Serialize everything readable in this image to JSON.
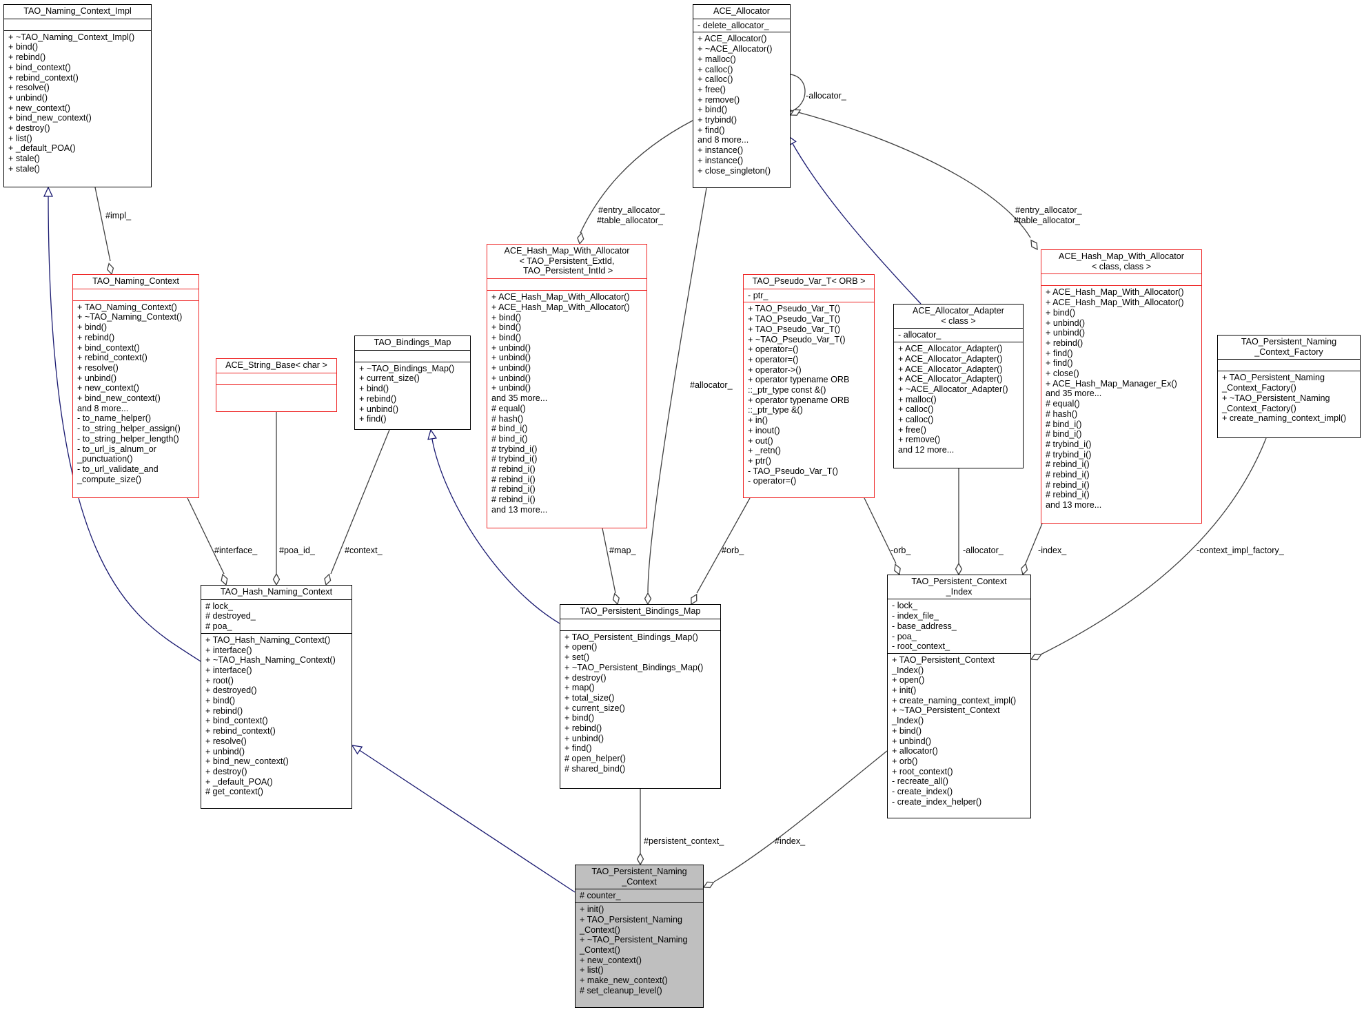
{
  "classes": {
    "naming_context_impl": {
      "title": [
        "TAO_Naming_Context_Impl"
      ],
      "attributes": [],
      "operations": [
        "+ ~TAO_Naming_Context_Impl()",
        "+ bind()",
        "+ rebind()",
        "+ bind_context()",
        "+ rebind_context()",
        "+ resolve()",
        "+ unbind()",
        "+ new_context()",
        "+ bind_new_context()",
        "+ destroy()",
        "+ list()",
        "+ _default_POA()",
        "+ stale()",
        "+ stale()"
      ]
    },
    "naming_context": {
      "title": [
        "TAO_Naming_Context"
      ],
      "attributes": [],
      "operations": [
        "+ TAO_Naming_Context()",
        "+ ~TAO_Naming_Context()",
        "+ bind()",
        "+ rebind()",
        "+ bind_context()",
        "+ rebind_context()",
        "+ resolve()",
        "+ unbind()",
        "+ new_context()",
        "+ bind_new_context()",
        "and 8 more...",
        "- to_name_helper()",
        "- to_string_helper_assign()",
        "- to_string_helper_length()",
        "- to_url_is_alnum_or",
        "_punctuation()",
        "- to_url_validate_and",
        "_compute_size()"
      ]
    },
    "string_base": {
      "title": [
        "ACE_String_Base< char >"
      ],
      "attributes": [],
      "operations": []
    },
    "bindings_map": {
      "title": [
        "TAO_Bindings_Map"
      ],
      "attributes": [],
      "operations": [
        "+ ~TAO_Bindings_Map()",
        "+ current_size()",
        "+ bind()",
        "+ rebind()",
        "+ unbind()",
        "+ find()"
      ]
    },
    "hash_map_persistent": {
      "title": [
        "ACE_Hash_Map_With_Allocator",
        "< TAO_Persistent_ExtId,",
        " TAO_Persistent_IntId >"
      ],
      "attributes": [],
      "operations": [
        "+ ACE_Hash_Map_With_Allocator()",
        "+ ACE_Hash_Map_With_Allocator()",
        "+ bind()",
        "+ bind()",
        "+ bind()",
        "+ unbind()",
        "+ unbind()",
        "+ unbind()",
        "+ unbind()",
        "+ unbind()",
        "and 35 more...",
        "# equal()",
        "# hash()",
        "# bind_i()",
        "# bind_i()",
        "# trybind_i()",
        "# trybind_i()",
        "# rebind_i()",
        "# rebind_i()",
        "# rebind_i()",
        "# rebind_i()",
        "and 13 more..."
      ]
    },
    "ace_allocator": {
      "title": [
        "ACE_Allocator"
      ],
      "attributes": [
        "- delete_allocator_"
      ],
      "operations": [
        "+ ACE_Allocator()",
        "+ ~ACE_Allocator()",
        "+ malloc()",
        "+ calloc()",
        "+ calloc()",
        "+ free()",
        "+ remove()",
        "+ bind()",
        "+ trybind()",
        "+ find()",
        "and 8 more...",
        "+ instance()",
        "+ instance()",
        "+ close_singleton()"
      ]
    },
    "pseudo_var": {
      "title": [
        "TAO_Pseudo_Var_T< ORB >"
      ],
      "attributes": [
        "- ptr_"
      ],
      "operations": [
        "+ TAO_Pseudo_Var_T()",
        "+ TAO_Pseudo_Var_T()",
        "+ TAO_Pseudo_Var_T()",
        "+ ~TAO_Pseudo_Var_T()",
        "+ operator=()",
        "+ operator=()",
        "+ operator->()",
        "+ operator typename ORB",
        "::_ptr_type const &()",
        "+ operator typename ORB",
        "::_ptr_type &()",
        "+ in()",
        "+ inout()",
        "+ out()",
        "+ _retn()",
        "+ ptr()",
        "- TAO_Pseudo_Var_T()",
        "- operator=()"
      ]
    },
    "allocator_adapter": {
      "title": [
        "ACE_Allocator_Adapter",
        "< class >"
      ],
      "attributes": [
        "- allocator_"
      ],
      "operations": [
        "+ ACE_Allocator_Adapter()",
        "+ ACE_Allocator_Adapter()",
        "+ ACE_Allocator_Adapter()",
        "+ ACE_Allocator_Adapter()",
        "+ ~ACE_Allocator_Adapter()",
        "+ malloc()",
        "+ calloc()",
        "+ calloc()",
        "+ free()",
        "+ remove()",
        "and 12 more..."
      ]
    },
    "hash_map_class": {
      "title": [
        "ACE_Hash_Map_With_Allocator",
        "< class, class >"
      ],
      "attributes": [],
      "operations": [
        "+ ACE_Hash_Map_With_Allocator()",
        "+ ACE_Hash_Map_With_Allocator()",
        "+ bind()",
        "+ unbind()",
        "+ unbind()",
        "+ rebind()",
        "+ find()",
        "+ find()",
        "+ close()",
        "+ ACE_Hash_Map_Manager_Ex()",
        "and 35 more...",
        "# equal()",
        "# hash()",
        "# bind_i()",
        "# bind_i()",
        "# trybind_i()",
        "# trybind_i()",
        "# rebind_i()",
        "# rebind_i()",
        "# rebind_i()",
        "# rebind_i()",
        "and 13 more..."
      ]
    },
    "naming_context_factory": {
      "title": [
        "TAO_Persistent_Naming",
        "_Context_Factory"
      ],
      "attributes": [],
      "operations": [
        "+ TAO_Persistent_Naming",
        "_Context_Factory()",
        "+ ~TAO_Persistent_Naming",
        "_Context_Factory()",
        "+ create_naming_context_impl()"
      ]
    },
    "hash_naming_context": {
      "title": [
        "TAO_Hash_Naming_Context"
      ],
      "attributes": [
        "# lock_",
        "# destroyed_",
        "# poa_"
      ],
      "operations": [
        "+ TAO_Hash_Naming_Context()",
        "+ interface()",
        "+ ~TAO_Hash_Naming_Context()",
        "+ interface()",
        "+ root()",
        "+ destroyed()",
        "+ bind()",
        "+ rebind()",
        "+ bind_context()",
        "+ rebind_context()",
        "+ resolve()",
        "+ unbind()",
        "+ bind_new_context()",
        "+ destroy()",
        "+ _default_POA()",
        "# get_context()"
      ]
    },
    "persistent_bindings_map": {
      "title": [
        "TAO_Persistent_Bindings_Map"
      ],
      "attributes": [],
      "operations": [
        "+ TAO_Persistent_Bindings_Map()",
        "+ open()",
        "+ set()",
        "+ ~TAO_Persistent_Bindings_Map()",
        "+ destroy()",
        "+ map()",
        "+ total_size()",
        "+ current_size()",
        "+ bind()",
        "+ rebind()",
        "+ unbind()",
        "+ find()",
        "# open_helper()",
        "# shared_bind()"
      ]
    },
    "persistent_context_index": {
      "title": [
        "TAO_Persistent_Context",
        "_Index"
      ],
      "attributes": [
        "- lock_",
        "- index_file_",
        "- base_address_",
        "- poa_",
        "- root_context_"
      ],
      "operations": [
        "+ TAO_Persistent_Context",
        "_Index()",
        "+ open()",
        "+ init()",
        "+ create_naming_context_impl()",
        "+ ~TAO_Persistent_Context",
        "_Index()",
        "+ bind()",
        "+ unbind()",
        "+ allocator()",
        "+ orb()",
        "+ root_context()",
        "- recreate_all()",
        "- create_index()",
        "- create_index_helper()"
      ]
    },
    "persistent_naming_context": {
      "title": [
        "TAO_Persistent_Naming",
        "_Context"
      ],
      "attributes": [
        "# counter_"
      ],
      "operations": [
        "+ init()",
        "+ TAO_Persistent_Naming",
        "_Context()",
        "+ ~TAO_Persistent_Naming",
        "_Context()",
        "+ new_context()",
        "+ list()",
        "+ make_new_context()",
        "# set_cleanup_level()"
      ]
    }
  },
  "edge_labels": {
    "impl": "#impl_",
    "self_allocator": "-allocator_",
    "entry_table_left": [
      "#entry_allocator_",
      "#table_allocator_"
    ],
    "entry_table_right": [
      "#entry_allocator_",
      "#table_allocator_"
    ],
    "allocator": "#allocator_",
    "interface": "#interface_",
    "poa_id": "#poa_id_",
    "context": "#context_",
    "map": "#map_",
    "orb": "#orb_",
    "orb_private": "-orb_",
    "adapter_allocator": "-allocator_",
    "index_private": "-index_",
    "context_impl_factory": "-context_impl_factory_",
    "persistent_context": "#persistent_context_",
    "index": "#index_"
  },
  "colors": {
    "inheritance_edge": "#191970",
    "association_edge": "#404040",
    "template_border": "#ee2222",
    "focus_fill": "#bfbfbf"
  }
}
